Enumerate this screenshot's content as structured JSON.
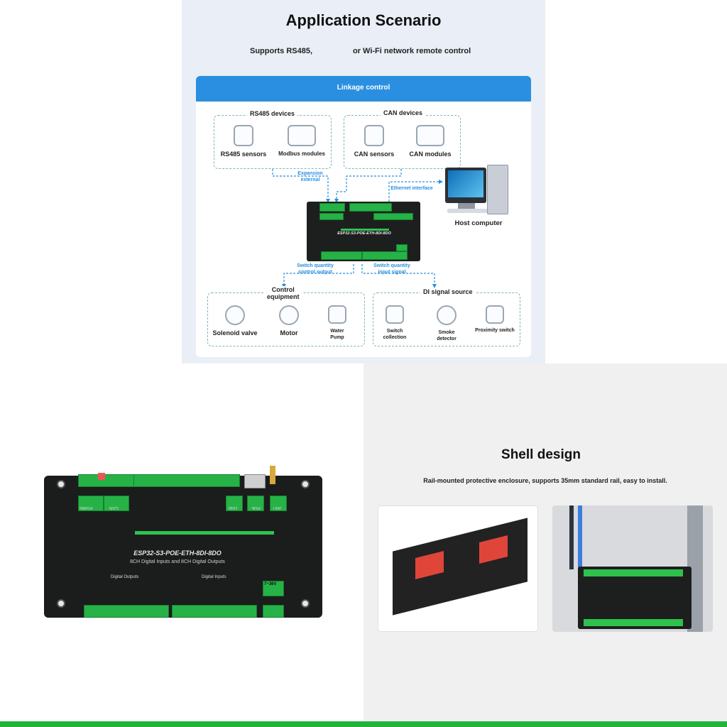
{
  "top": {
    "title": "Application Scenario",
    "subtitle_left": "Supports RS485,",
    "subtitle_right": "or Wi-Fi network remote control",
    "card_header": "Linkage control",
    "rs485": {
      "title": "RS485 devices",
      "items": [
        "RS485 sensors",
        "Modbus modules"
      ]
    },
    "can": {
      "title": "CAN devices",
      "items": [
        "CAN sensors",
        "CAN modules"
      ]
    },
    "expansion_label": [
      "Expansion",
      "external"
    ],
    "ethernet_label": "Ethernet interface",
    "host_label": "Host computer",
    "board_label": "ESP32-S3-POE-ETH-8DI-8DO",
    "output_label": [
      "Switch quantity",
      "control output"
    ],
    "input_label": [
      "Switch quantity",
      "input signal"
    ],
    "control": {
      "title": [
        "Control",
        "equipment"
      ],
      "items": [
        "Solenoid valve",
        "Motor",
        "Water",
        "Pump"
      ]
    },
    "di": {
      "title": "DI signal source",
      "items": [
        "Switch",
        "collection",
        "Smoke",
        "detector",
        "Proximity switch"
      ]
    }
  },
  "bottom": {
    "board_model": "ESP32-S3-POE-ETH-8DI-8DO",
    "board_desc": "8CH Digital Inputs and 8CH Digital Outputs",
    "port_labels": [
      "RS485",
      "CAN",
      "USB",
      "POE",
      "ANT"
    ],
    "digital_outputs": "Digital Outputs",
    "digital_inputs": "Digital Inputs",
    "power": "7~36V",
    "shell_title": "Shell design",
    "shell_sub": "Rail-mounted protective enclosure, supports 35mm standard rail, easy to install."
  },
  "colors": {
    "accent_blue": "#2a8fe0",
    "terminal_green": "#2ec24c",
    "board_black": "#1b1c1c",
    "bar_green": "#22b33a"
  }
}
